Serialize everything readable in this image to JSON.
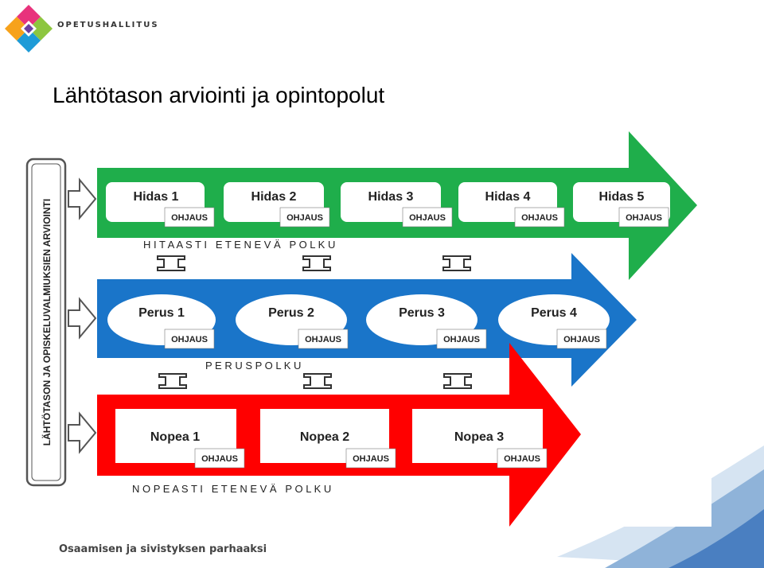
{
  "header": {
    "logo_text": "OPETUSHALLITUS",
    "colors": {
      "top": "#e8337c",
      "right": "#8dc63f",
      "bottom": "#1e9bd7",
      "left": "#f7a21b",
      "center": "#6b3fa0"
    }
  },
  "title": "Lähtötason arviointi ja opintopolut",
  "footer": {
    "tagline": "Osaamisen ja sivistyksen parhaaksi"
  },
  "diagram": {
    "assessment_label": "LÄHTÖTASON JA OPISKELUVALMIUKSIEN ARVIOINTI",
    "guidance_label": "OHJAUS",
    "paths": [
      {
        "id": "slow",
        "color": "#1fae4b",
        "caption": "H I T A A S T I   E T E N E V Ä   P O L K U",
        "steps": [
          "Hidas 1",
          "Hidas 2",
          "Hidas 3",
          "Hidas 4",
          "Hidas 5"
        ]
      },
      {
        "id": "basic",
        "color": "#1a75c9",
        "caption": "P E R U S P O L K U",
        "steps": [
          "Perus 1",
          "Perus 2",
          "Perus 3",
          "Perus 4"
        ]
      },
      {
        "id": "fast",
        "color": "#ff0000",
        "caption": "N O P E A S T I   E T E N E V Ä   P O L K U",
        "steps": [
          "Nopea 1",
          "Nopea 2",
          "Nopea 3"
        ]
      }
    ]
  }
}
